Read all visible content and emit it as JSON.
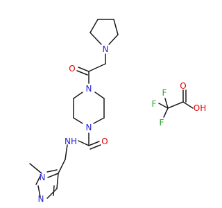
{
  "molecule": {
    "colors": {
      "bond": "#1a1a1a",
      "carbon": "#1a1a1a",
      "nitrogen": "#2323d6",
      "oxygen": "#e00000",
      "fluorine": "#2aa52a",
      "background": "#ffffff"
    },
    "labels": {
      "pyrrolidine_n": "N",
      "ketone_o": "O",
      "piperazine_n_top": "N",
      "piperazine_n_bottom": "N",
      "amide_o": "O",
      "amide_nh": "NH",
      "pyrazole_n1": "N",
      "pyrazole_n2": "N",
      "tfa_o_carbonyl": "O",
      "tfa_oh": "OH",
      "tfa_f_top": "F",
      "tfa_f_left": "F",
      "tfa_f_bottom": "F"
    }
  }
}
